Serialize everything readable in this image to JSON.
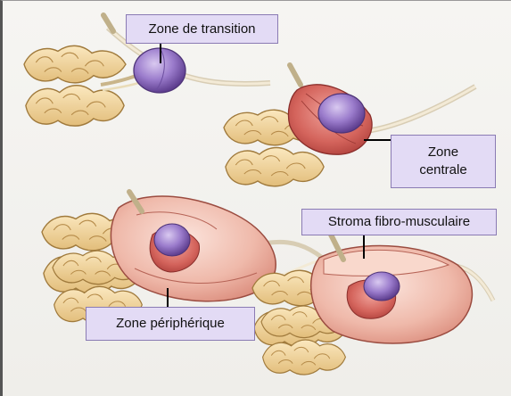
{
  "labels": {
    "transition": "Zone de transition",
    "centrale_line1": "Zone",
    "centrale_line2": "centrale",
    "stroma": "Stroma fibro-musculaire",
    "peripherique": "Zone périphérique"
  },
  "colors": {
    "label_fill": "#e3dbf5",
    "label_border": "#8a7bb3",
    "transition_zone": "#8e6fc2",
    "central_zone": "#c8504a",
    "peripheral_zone": "#eab0a4",
    "seminal_vesicle": "#f2d59c"
  },
  "figures": [
    {
      "name": "transition-zone-figure"
    },
    {
      "name": "central-zone-figure"
    },
    {
      "name": "peripheral-zone-figure"
    },
    {
      "name": "stroma-figure"
    }
  ]
}
